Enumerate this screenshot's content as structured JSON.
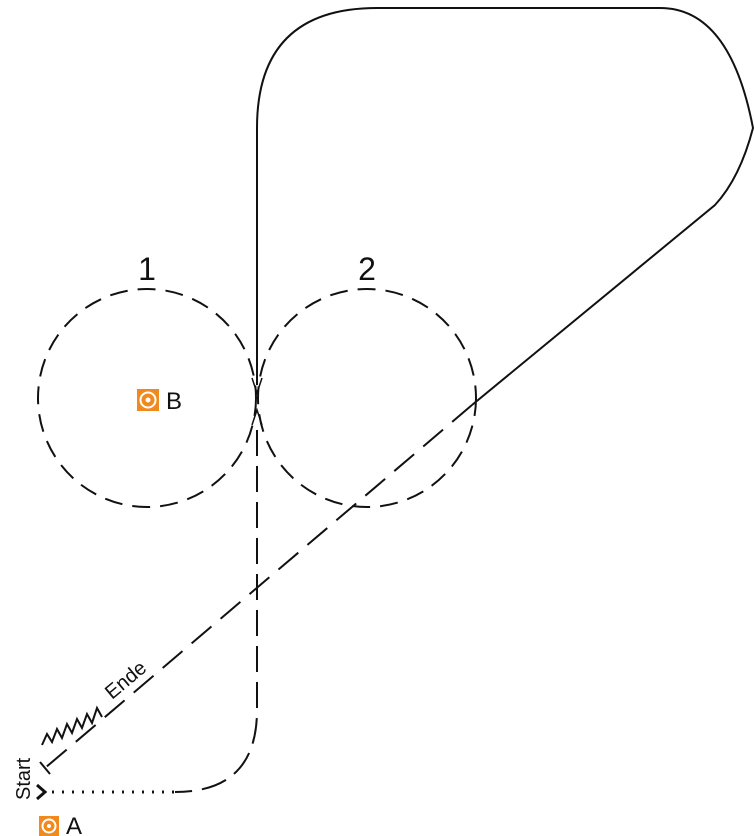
{
  "circle_labels": {
    "one": "1",
    "two": "2"
  },
  "markers": {
    "a": "A",
    "b": "B"
  },
  "path_labels": {
    "start": "Start",
    "end": "Ende"
  },
  "icon_names": {
    "marker": "target-icon",
    "arrow": "chevron-right-icon"
  },
  "colors": {
    "line": "#111111",
    "marker": "#f08a1e",
    "marker_inner": "#ffffff"
  }
}
